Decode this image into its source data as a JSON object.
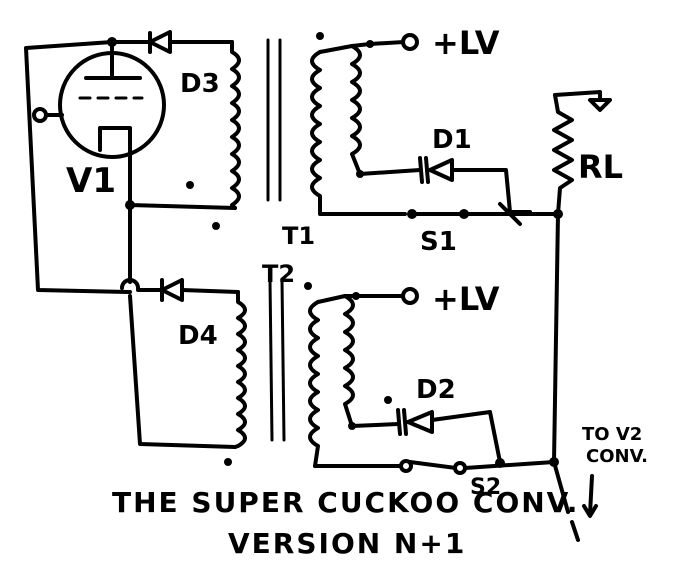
{
  "labels": {
    "d3": "D3",
    "v1": "V1",
    "d4": "D4",
    "t1": "T1",
    "t2": "T2",
    "lv_top": "+LV",
    "lv_bottom": "+LV",
    "d1": "D1",
    "s1": "S1",
    "rl": "RL",
    "d2": "D2",
    "s2": "S2",
    "to_v2_line1": "TO V2",
    "to_v2_line2": "CONV."
  },
  "title": {
    "line1": "THE SUPER CUCKOO CONV.",
    "line2": "VERSION N+1"
  }
}
